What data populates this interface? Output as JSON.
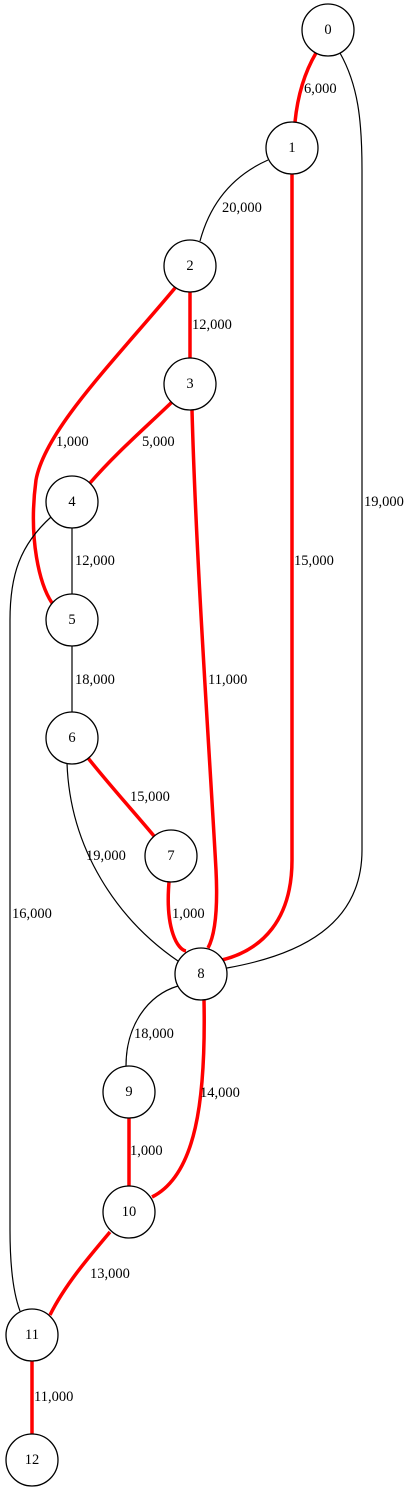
{
  "colors": {
    "highlight": "#ff0000",
    "normal": "#000000",
    "node_fill": "#ffffff"
  },
  "nodes": [
    "0",
    "1",
    "2",
    "3",
    "4",
    "5",
    "6",
    "7",
    "8",
    "9",
    "10",
    "11",
    "12"
  ],
  "edges": [
    {
      "from": "0",
      "to": "1",
      "label": "6,000",
      "highlighted": true
    },
    {
      "from": "0",
      "to": "8",
      "label": "19,000",
      "highlighted": false
    },
    {
      "from": "1",
      "to": "2",
      "label": "20,000",
      "highlighted": false
    },
    {
      "from": "1",
      "to": "8",
      "label": "15,000",
      "highlighted": true
    },
    {
      "from": "2",
      "to": "3",
      "label": "12,000",
      "highlighted": true
    },
    {
      "from": "2",
      "to": "5",
      "label": "1,000",
      "highlighted": true
    },
    {
      "from": "3",
      "to": "4",
      "label": "5,000",
      "highlighted": true
    },
    {
      "from": "3",
      "to": "8",
      "label": "11,000",
      "highlighted": true
    },
    {
      "from": "4",
      "to": "5",
      "label": "12,000",
      "highlighted": false
    },
    {
      "from": "4",
      "to": "11",
      "label": "16,000",
      "highlighted": false
    },
    {
      "from": "5",
      "to": "6",
      "label": "18,000",
      "highlighted": false
    },
    {
      "from": "6",
      "to": "7",
      "label": "15,000",
      "highlighted": true
    },
    {
      "from": "6",
      "to": "8",
      "label": "19,000",
      "highlighted": false
    },
    {
      "from": "7",
      "to": "8",
      "label": "1,000",
      "highlighted": true
    },
    {
      "from": "8",
      "to": "9",
      "label": "18,000",
      "highlighted": false
    },
    {
      "from": "8",
      "to": "10",
      "label": "14,000",
      "highlighted": true
    },
    {
      "from": "9",
      "to": "10",
      "label": "1,000",
      "highlighted": true
    },
    {
      "from": "10",
      "to": "11",
      "label": "13,000",
      "highlighted": true
    },
    {
      "from": "11",
      "to": "12",
      "label": "11,000",
      "highlighted": true
    }
  ]
}
